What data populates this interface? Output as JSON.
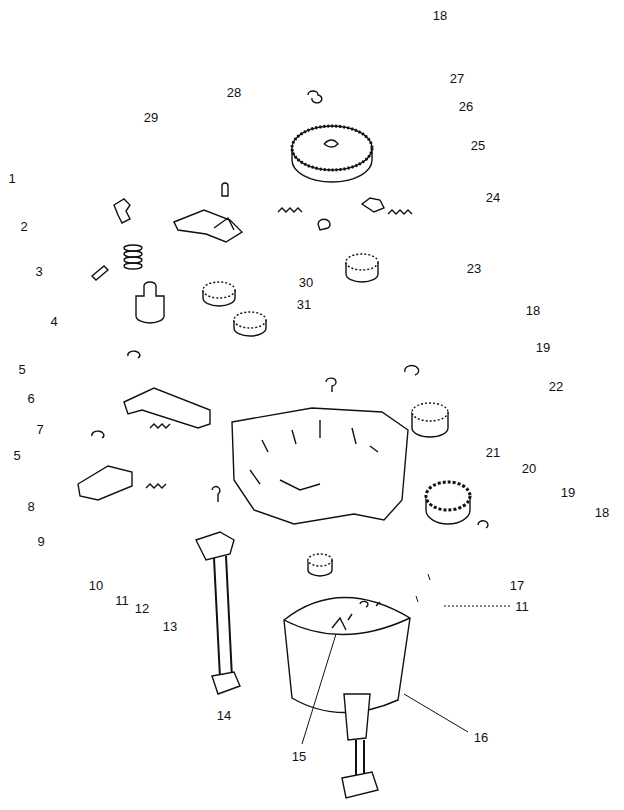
{
  "diagram": {
    "labels": [
      "18",
      "27",
      "28",
      "26",
      "29",
      "25",
      "1",
      "24",
      "2",
      "23",
      "3",
      "30",
      "31",
      "18",
      "4",
      "19",
      "5",
      "22",
      "6",
      "7",
      "21",
      "5",
      "20",
      "19",
      "18",
      "8",
      "9",
      "10",
      "17",
      "11",
      "11",
      "12",
      "13",
      "14",
      "15",
      "16"
    ]
  }
}
